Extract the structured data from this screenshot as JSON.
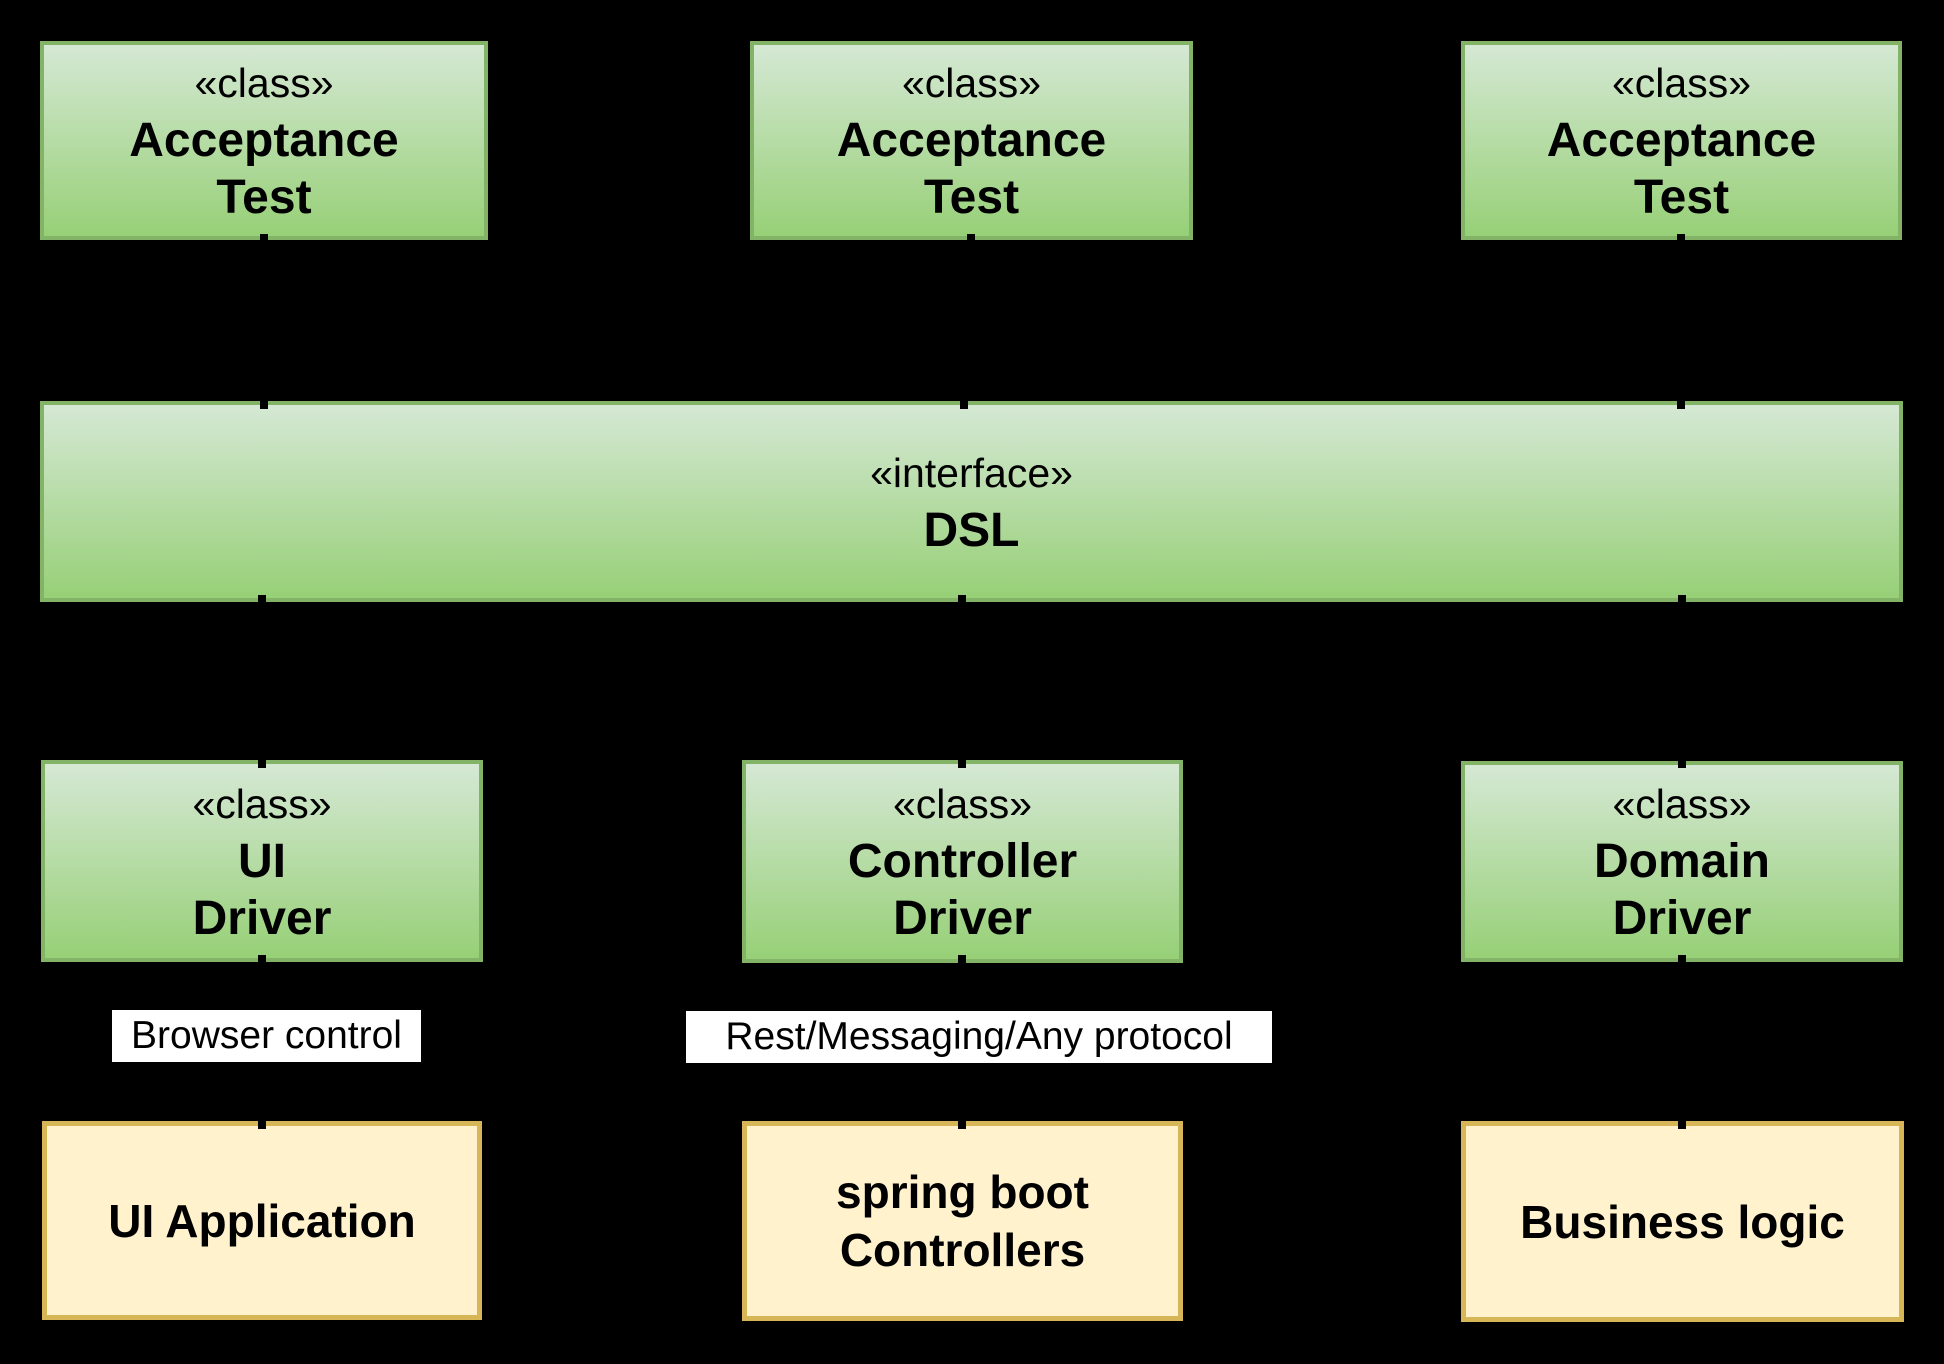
{
  "colors": {
    "background": "#000000",
    "class_fill_top": "#d5e8d4",
    "class_fill_bottom": "#97d077",
    "class_border": "#82b366",
    "note_fill": "#fff2cc",
    "note_border": "#d6b656",
    "label_background": "#ffffff",
    "text": "#000000"
  },
  "top_row": [
    {
      "stereotype": "«class»",
      "name_line1": "Acceptance",
      "name_line2": "Test"
    },
    {
      "stereotype": "«class»",
      "name_line1": "Acceptance",
      "name_line2": "Test"
    },
    {
      "stereotype": "«class»",
      "name_line1": "Acceptance",
      "name_line2": "Test"
    }
  ],
  "interface_box": {
    "stereotype": "«interface»",
    "name": "DSL"
  },
  "driver_row": [
    {
      "stereotype": "«class»",
      "name_line1": "UI",
      "name_line2": "Driver"
    },
    {
      "stereotype": "«class»",
      "name_line1": "Controller",
      "name_line2": "Driver"
    },
    {
      "stereotype": "«class»",
      "name_line1": "Domain",
      "name_line2": "Driver"
    }
  ],
  "connector_labels": {
    "browser": "Browser control",
    "protocol": "Rest/Messaging/Any protocol"
  },
  "bottom_row": [
    {
      "line1": "UI Application",
      "line2": ""
    },
    {
      "line1": "spring boot",
      "line2": "Controllers"
    },
    {
      "line1": "Business logic",
      "line2": ""
    }
  ]
}
